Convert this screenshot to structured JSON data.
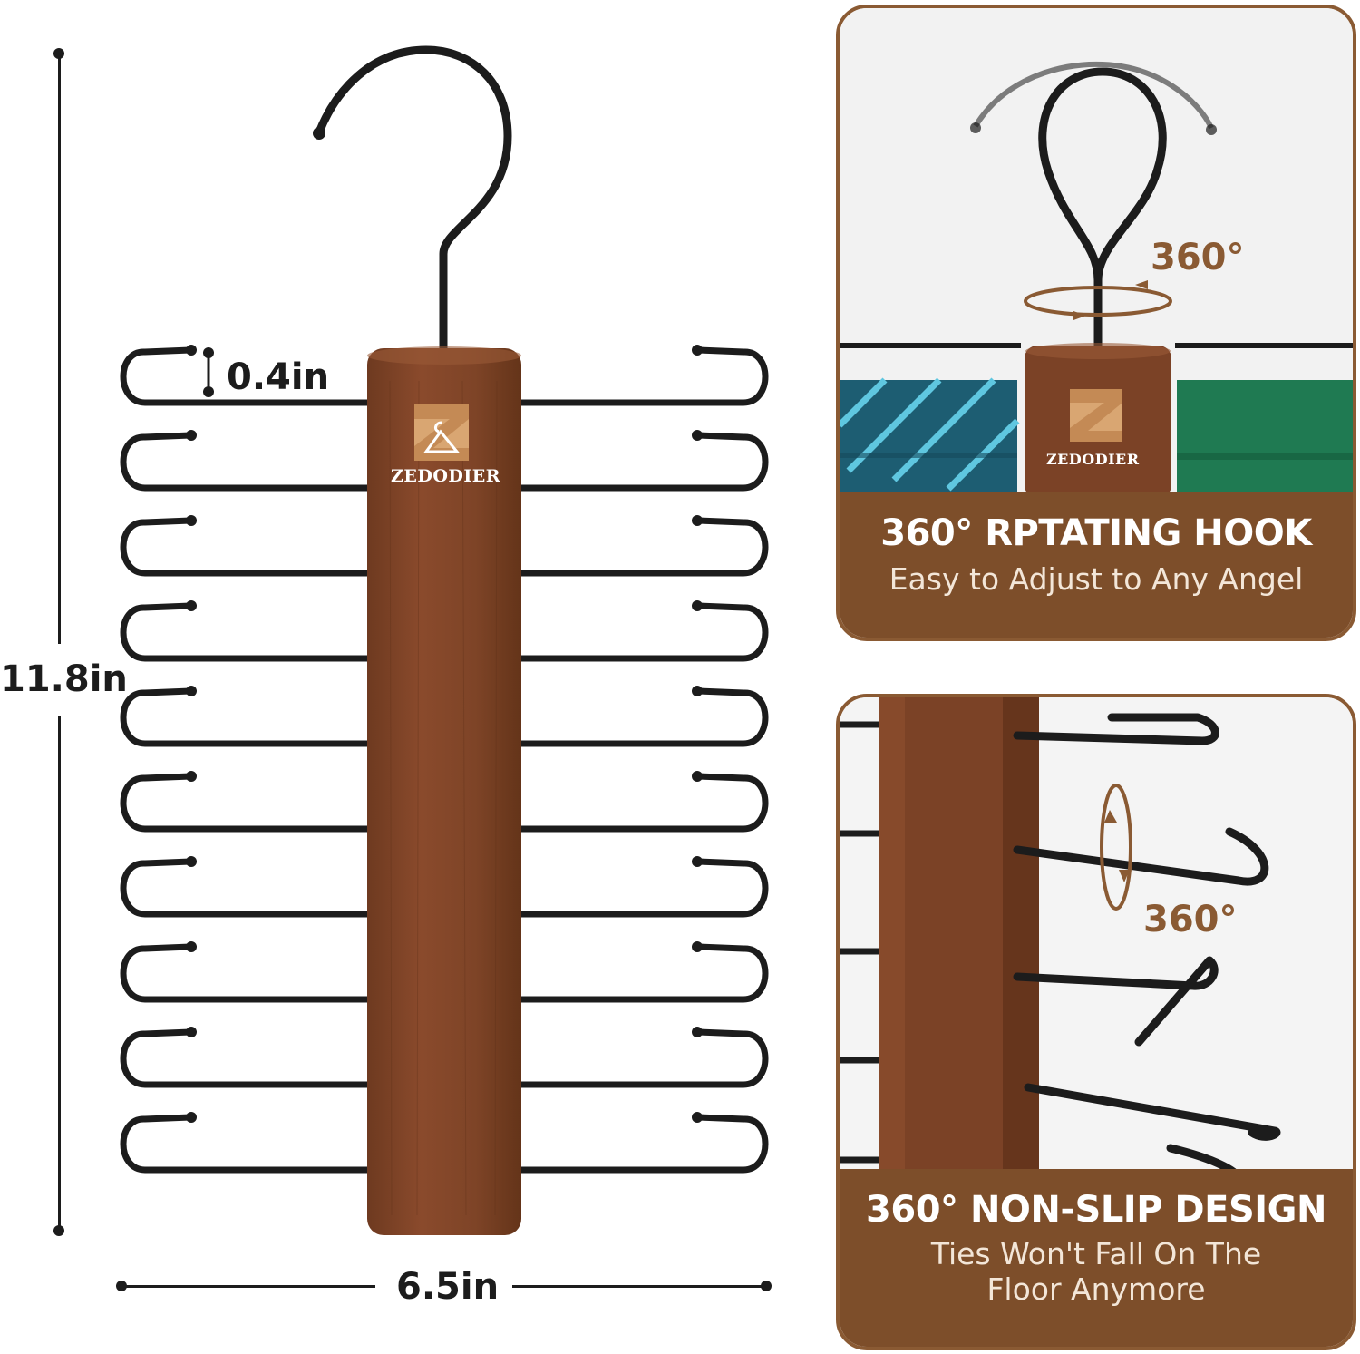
{
  "product": {
    "brand": "ZEDODIER",
    "logo_letter": "Z",
    "colors": {
      "wood": "#7b4226",
      "wood_light": "#9a5a37",
      "metal": "#1c1c1c",
      "accent": "#8a5a33",
      "logo_tan": "#d9a672"
    }
  },
  "dimensions": {
    "height": "11.8in",
    "width": "6.5in",
    "spacing": "0.4in"
  },
  "panel_hook": {
    "rotation": "360°",
    "title": "360° RPTATING HOOK",
    "subtitle": "Easy to Adjust to Any Angel"
  },
  "panel_nonslip": {
    "rotation": "360°",
    "title": "360° NON-SLIP DESIGN",
    "subtitle_line1": "Ties Won't Fall On The",
    "subtitle_line2": "Floor Anymore"
  }
}
